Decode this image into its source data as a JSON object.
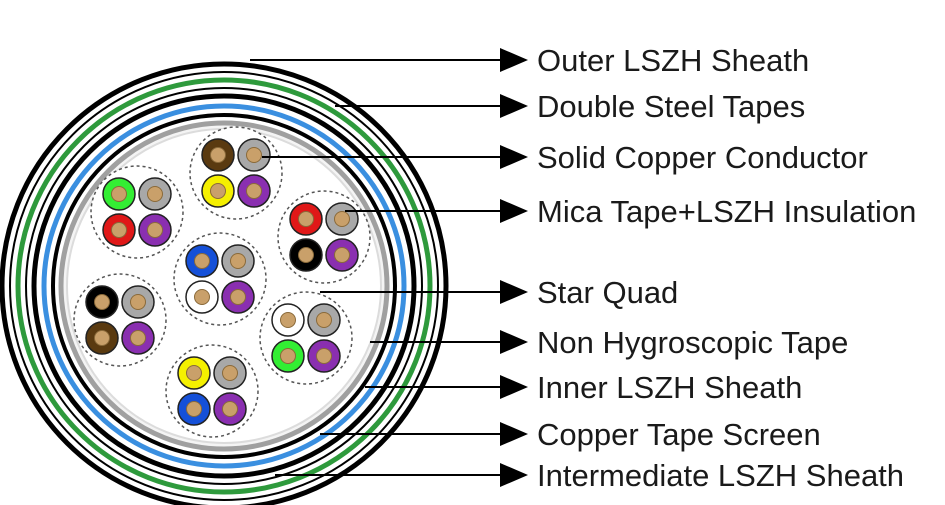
{
  "labels": [
    "Outer LSZH Sheath",
    "Double Steel Tapes",
    "Solid Copper Conductor",
    "Mica Tape+LSZH Insulation",
    "Star Quad",
    "Non Hygroscopic Tape",
    "Inner LSZH Sheath",
    "Copper Tape Screen",
    "Intermediate LSZH Sheath"
  ],
  "colors": {
    "outer_sheath": "#000000",
    "green_layer": "#2e9a3c",
    "blue_layer": "#3a8fe0",
    "screen": "#a0a0a0",
    "copper": "#c9a06a",
    "quad_border": "#555555"
  },
  "quads": [
    {
      "cores": [
        "brown",
        "grey",
        "yellow",
        "violet"
      ]
    },
    {
      "cores": [
        "green",
        "grey",
        "red",
        "violet"
      ]
    },
    {
      "cores": [
        "red",
        "grey",
        "black",
        "violet"
      ]
    },
    {
      "cores": [
        "blue",
        "grey",
        "white",
        "violet"
      ]
    },
    {
      "cores": [
        "black",
        "grey",
        "brown",
        "violet"
      ]
    },
    {
      "cores": [
        "white",
        "grey",
        "green",
        "violet"
      ]
    },
    {
      "cores": [
        "yellow",
        "grey",
        "blue",
        "violet"
      ]
    }
  ],
  "core_colors": {
    "brown": "#5a3a10",
    "grey": "#a8a8a8",
    "yellow": "#f5f000",
    "violet": "#8a2fb0",
    "green": "#33ee33",
    "red": "#e01818",
    "black": "#000000",
    "blue": "#1550d8",
    "white": "#ffffff"
  }
}
